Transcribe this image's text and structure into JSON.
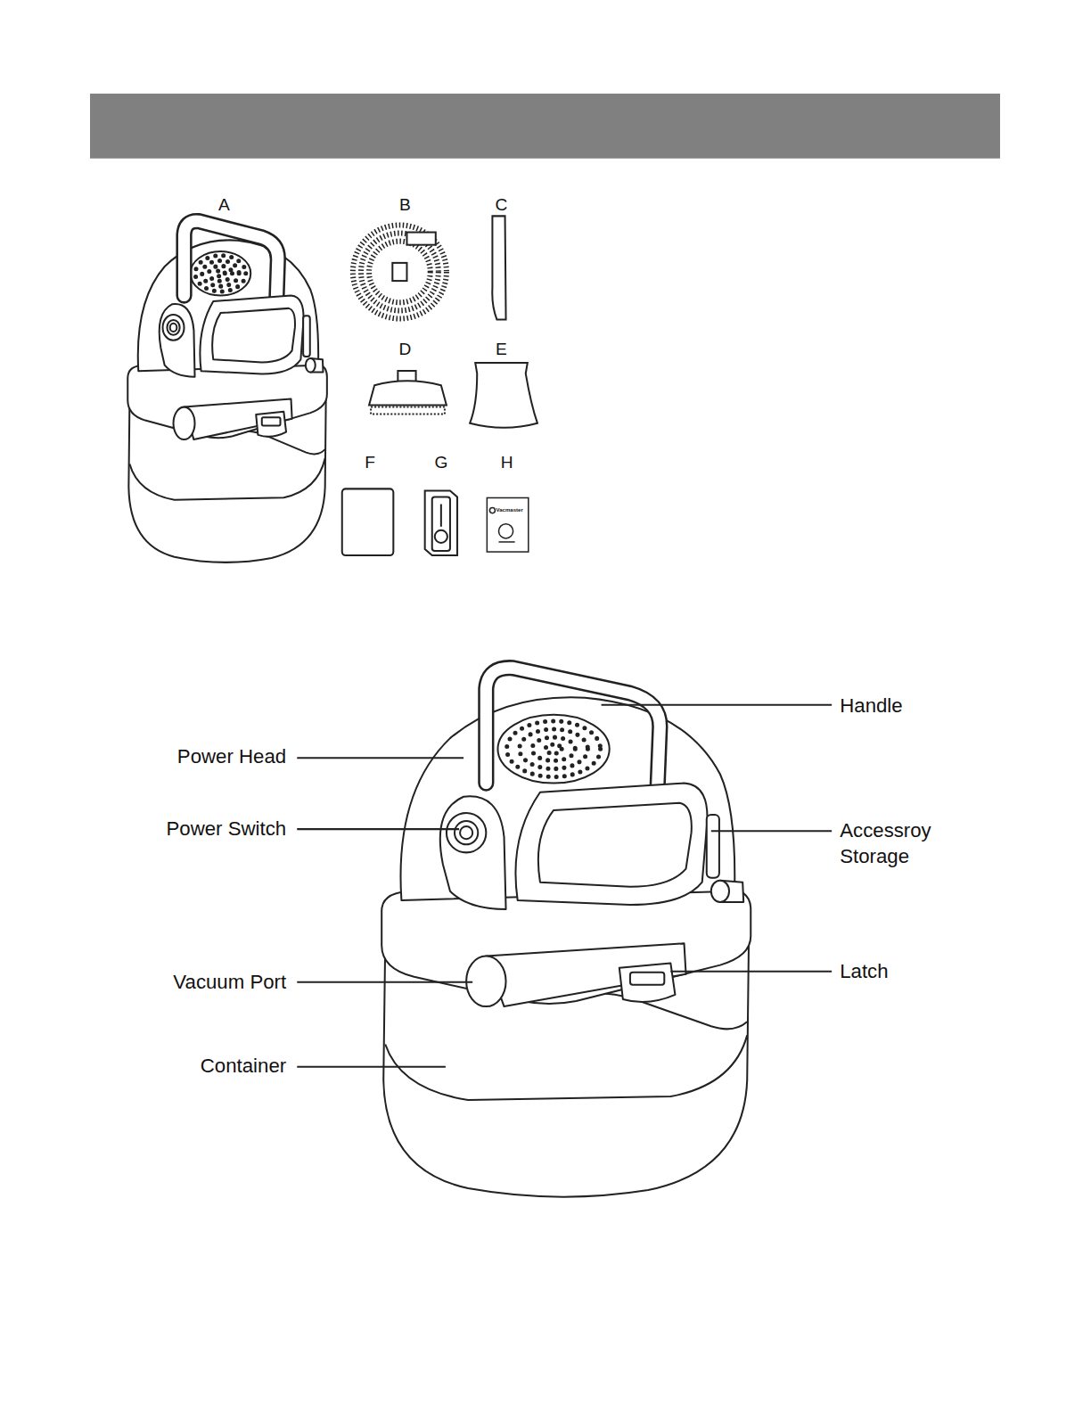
{
  "diagram": {
    "labels": [
      "A",
      "B",
      "C",
      "D",
      "E",
      "F",
      "G",
      "H",
      "Vacmaster",
      "Handle",
      "Power Head",
      "Power Switch",
      "Accessroy Storage",
      "Vacuum Port",
      "Latch",
      "Container"
    ]
  }
}
